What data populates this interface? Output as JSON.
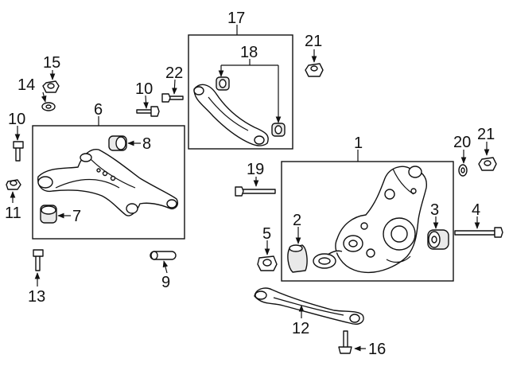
{
  "labels": {
    "l1": "1",
    "l2": "2",
    "l3": "3",
    "l4": "4",
    "l5": "5",
    "l6": "6",
    "l7": "7",
    "l8": "8",
    "l9": "9",
    "l10a": "10",
    "l10b": "10",
    "l11": "11",
    "l12": "12",
    "l13": "13",
    "l14": "14",
    "l15": "15",
    "l16": "16",
    "l17": "17",
    "l18": "18",
    "l19": "19",
    "l20": "20",
    "l21a": "21",
    "l21b": "21",
    "l22": "22"
  },
  "colors": {
    "line": "#111111",
    "background": "#ffffff",
    "shade": "#e9e9e9"
  }
}
